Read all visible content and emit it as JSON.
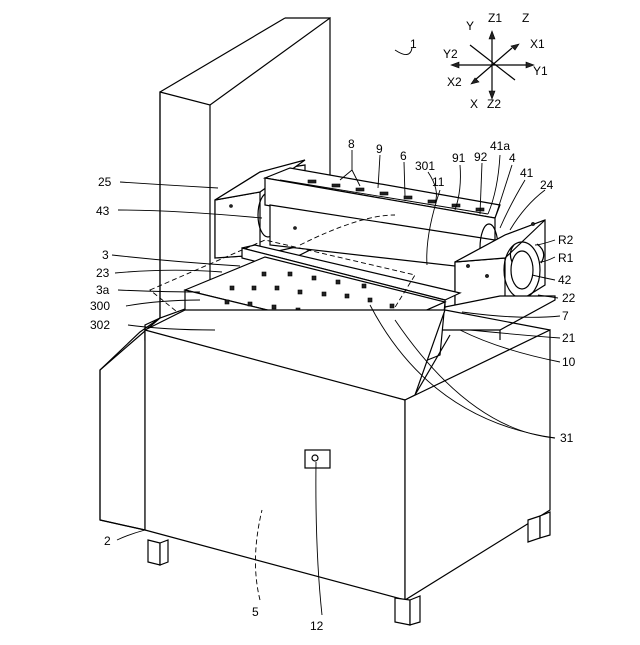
{
  "figure": {
    "number": "1",
    "axes": {
      "y": "Y",
      "z1": "Z1",
      "z": "Z",
      "x1": "X1",
      "y2": "Y2",
      "y1": "Y1",
      "x2": "X2",
      "x": "X",
      "z2": "Z2"
    },
    "refs": {
      "r25": "25",
      "r43": "43",
      "r3": "3",
      "r23": "23",
      "r3a": "3a",
      "r300": "300",
      "r302": "302",
      "r8": "8",
      "r9": "9",
      "r6": "6",
      "r301": "301",
      "r91": "91",
      "r92": "92",
      "r41a": "41a",
      "r4": "4",
      "r41": "41",
      "r11": "11",
      "r24": "24",
      "rR2": "R2",
      "rR1": "R1",
      "r42": "42",
      "r22": "22",
      "r7": "7",
      "r21": "21",
      "r10": "10",
      "r31": "31",
      "r2": "2",
      "r5": "5",
      "r12": "12"
    }
  }
}
